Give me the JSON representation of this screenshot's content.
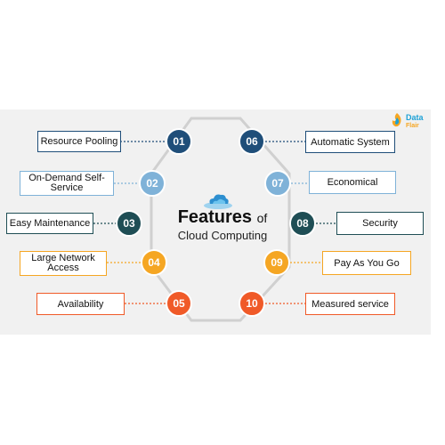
{
  "title": {
    "main": "Features",
    "of": "of",
    "sub": "Cloud Computing"
  },
  "logo": {
    "line1": "Data",
    "line2": "Flair"
  },
  "features": [
    {
      "num": "01",
      "label": "Resource Pooling",
      "color": "#1f4e79",
      "border": "#1f4e79"
    },
    {
      "num": "02",
      "label": "On-Demand Self-Service",
      "color": "#7fb2d8",
      "border": "#7fb2d8"
    },
    {
      "num": "03",
      "label": "Easy Maintenance",
      "color": "#1f4e55",
      "border": "#1f4e55"
    },
    {
      "num": "04",
      "label": "Large Network Access",
      "color": "#f5a623",
      "border": "#f5a623"
    },
    {
      "num": "05",
      "label": "Availability",
      "color": "#f05a28",
      "border": "#f05a28"
    },
    {
      "num": "06",
      "label": "Automatic System",
      "color": "#1f4e79",
      "border": "#1f4e79"
    },
    {
      "num": "07",
      "label": "Economical",
      "color": "#7fb2d8",
      "border": "#7fb2d8"
    },
    {
      "num": "08",
      "label": "Security",
      "color": "#1f4e55",
      "border": "#1f4e55"
    },
    {
      "num": "09",
      "label": "Pay As You Go",
      "color": "#f5a623",
      "border": "#f5a623"
    },
    {
      "num": "10",
      "label": "Measured service",
      "color": "#f05a28",
      "border": "#f05a28"
    }
  ]
}
